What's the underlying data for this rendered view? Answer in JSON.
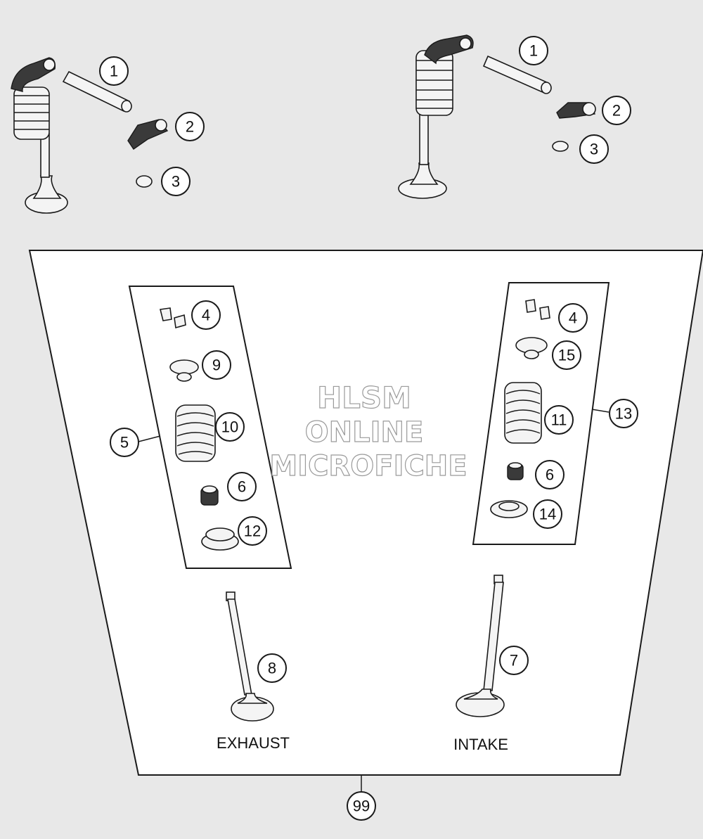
{
  "watermark": {
    "line1": "HLSM",
    "line2": "ONLINE",
    "line3": "MICROFICHE"
  },
  "labels": {
    "exhaust": "EXHAUST",
    "intake": "INTAKE"
  },
  "callouts": {
    "c1a": "1",
    "c2a": "2",
    "c3a": "3",
    "c1b": "1",
    "c2b": "2",
    "c3b": "3",
    "c4a": "4",
    "c9": "9",
    "c10": "10",
    "c5": "5",
    "c6a": "6",
    "c12": "12",
    "c4b": "4",
    "c15": "15",
    "c11": "11",
    "c13": "13",
    "c6b": "6",
    "c14": "14",
    "c8": "8",
    "c7": "7",
    "c99": "99"
  }
}
